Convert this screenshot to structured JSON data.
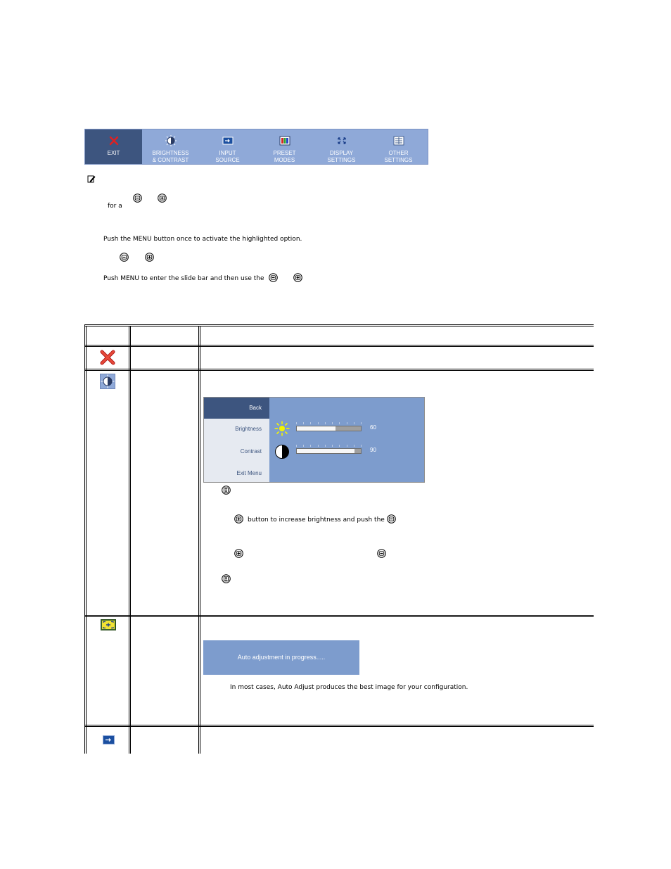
{
  "menu_bar": {
    "tabs": [
      {
        "line1": "EXIT",
        "line2": "",
        "icon": "exit-x-icon",
        "selected": true
      },
      {
        "line1": "BRIGHTNESS",
        "line2": "& CONTRAST",
        "icon": "brightness-contrast-icon",
        "selected": false
      },
      {
        "line1": "INPUT",
        "line2": "SOURCE",
        "icon": "input-source-icon",
        "selected": false
      },
      {
        "line1": "PRESET",
        "line2": "MODES",
        "icon": "preset-modes-icon",
        "selected": false
      },
      {
        "line1": "DISPLAY",
        "line2": "SETTINGS",
        "icon": "display-settings-icon",
        "selected": false
      },
      {
        "line1": "OTHER",
        "line2": "SETTINGS",
        "icon": "other-settings-icon",
        "selected": false
      }
    ],
    "colors": {
      "bar": "#8fa9d8",
      "selected": "#3d557f"
    }
  },
  "notes": {
    "note_icon": "note-pencil-icon",
    "for_a": "for a",
    "push_menu_once": "Push the MENU button once to activate the highlighted option.",
    "push_menu_slide": "Push MENU to enter the slide bar and then use the"
  },
  "table_rows": {
    "row1_icon": "exit-x-icon",
    "row2_icon": "brightness-contrast-icon",
    "row3_icon": "auto-adjust-icon",
    "row4_icon": "input-source-icon"
  },
  "osd": {
    "menu_items": [
      "Back",
      "Brightness",
      "Contrast",
      "Exit Menu"
    ],
    "brightness_value": "60",
    "contrast_value": "90",
    "brightness_level": 60,
    "contrast_level": 90,
    "icons": {
      "brightness": "sun-icon",
      "contrast": "contrast-circle-icon"
    }
  },
  "brightness_text": {
    "increase_label": "button to increase brightness and push the"
  },
  "auto_adjust": {
    "box_text": "Auto adjustment in progress.....",
    "description": "In most cases, Auto Adjust produces the best image for your configuration."
  }
}
